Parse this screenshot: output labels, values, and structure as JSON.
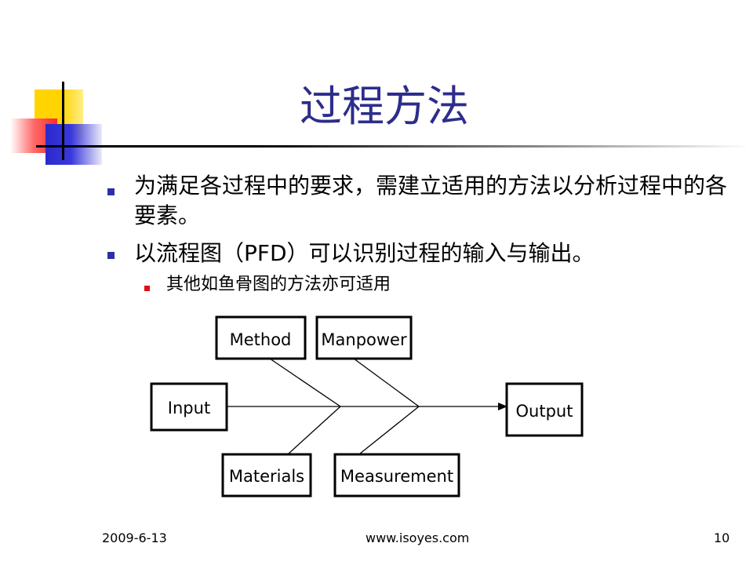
{
  "slide": {
    "title": "过程方法",
    "bullets": [
      {
        "text": "为满足各过程中的要求，需建立适用的方法以分析过程中的各要素。",
        "level": 1
      },
      {
        "text": "以流程图（PFD）可以识别过程的输入与输出。",
        "level": 1
      },
      {
        "text": "其他如鱼骨图的方法亦可适用",
        "level": 2
      }
    ]
  },
  "diagram": {
    "boxes": {
      "method": "Method",
      "manpower": "Manpower",
      "input": "Input",
      "output": "Output",
      "materials": "Materials",
      "measurement": "Measurement"
    }
  },
  "footer": {
    "date": "2009-6-13",
    "website": "www.isoyes.com",
    "page_number": "10"
  },
  "colors": {
    "title": "#2d2d8c",
    "bullet_level1": "#2e2ea8",
    "bullet_level2": "#e01010",
    "deco_yellow": "#ffd400",
    "deco_red": "#ff2a2a",
    "deco_blue": "#2a2acc"
  }
}
